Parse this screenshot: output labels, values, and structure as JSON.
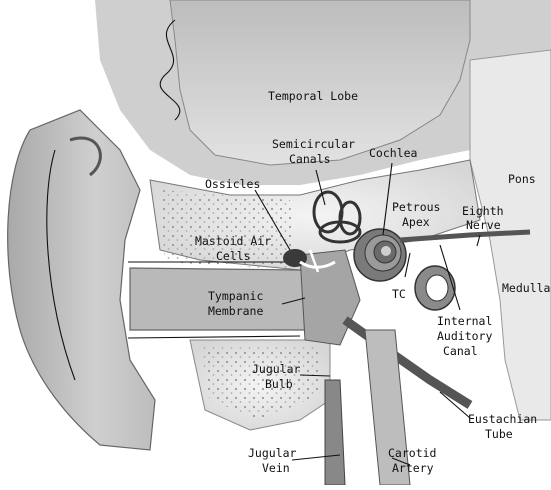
{
  "labels": {
    "temporal_lobe": "Temporal Lobe",
    "semicircular_canals": [
      "Semicircular",
      "Canals"
    ],
    "cochlea": "Cochlea",
    "ossicles": "Ossicles",
    "pons": "Pons",
    "petrous_apex": [
      "Petrous",
      "Apex"
    ],
    "eighth_nerve": [
      "Eighth",
      "Nerve"
    ],
    "mastoid_air_cells": [
      "Mastoid Air",
      "Cells"
    ],
    "tympanic_membrane": [
      "Tympanic",
      "Membrane"
    ],
    "tc": "TC",
    "medulla": "Medulla",
    "internal_auditory_canal": [
      "Internal",
      "Auditory",
      "Canal"
    ],
    "jugular_bulb": [
      "Jugular",
      "Bulb"
    ],
    "eustachian_tube": [
      "Eustachian",
      "Tube"
    ],
    "jugular_vein": [
      "Jugular",
      "Vein"
    ],
    "carotid_artery": [
      "Carotid",
      "Artery"
    ]
  }
}
